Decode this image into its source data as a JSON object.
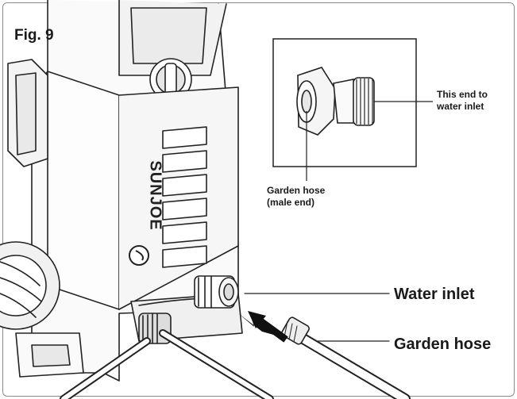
{
  "figure": {
    "title": "Fig. 9",
    "brand_text": "SUNJOE"
  },
  "inset": {
    "end_label_lines": [
      "This end to",
      "water inlet"
    ],
    "male_end_label_lines": [
      "Garden hose",
      "(male end)"
    ]
  },
  "callouts": {
    "water_inlet": "Water inlet",
    "garden_hose": "Garden hose"
  },
  "icons": [
    "arrow-icon",
    "sunjoe-logo-icon"
  ]
}
